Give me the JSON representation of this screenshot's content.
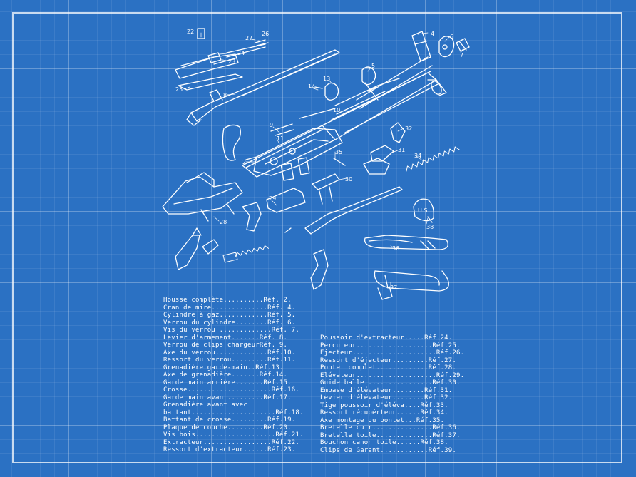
{
  "callouts": [
    "2",
    "4",
    "5",
    "6",
    "7",
    "8",
    "9",
    "10",
    "11",
    "13",
    "14",
    "22",
    "23",
    "24",
    "25",
    "26",
    "27",
    "28",
    "29",
    "30",
    "31",
    "32",
    "34",
    "35",
    "36",
    "37",
    "38"
  ],
  "stamp_text": "U.S.",
  "legend": {
    "left": [
      "Housse complète..........Réf. 2.",
      "Cran de mire..............Réf. 4.",
      "Cylindre à gaz............Réf. 5.",
      "Verrou du cylindre........Réf. 6.",
      "Vis du verrou .............Réf. 7.",
      "Levier d'armement.......Réf. 8.",
      "Verrou de clips chargeurRéf. 9.",
      "Axe du verrou.............Réf.10.",
      "Ressort du verrou.........Réf.11.",
      "Grenadière garde-main..Réf.13.",
      "Axe de grenadière.......Réf.14.",
      "Garde main arrière.......Réf.15.",
      "Crosse.....................Réf.16.",
      "Garde main avant.........Réf.17.",
      "Grenadière avant avec",
      "battant.....................Réf.18.",
      "Battant de crosse.........Réf.19.",
      "Plaque de couche.........Réf.20.",
      "Vis bois....................Réf.21.",
      "Extracteur.................Réf.22.",
      "Ressort d'extracteur......Réf.23."
    ],
    "right": [
      "Poussoir d'extracteur.....Réf.24.",
      "Percuteur...................Réf.25.",
      "Ejecteur.....................Réf.26.",
      "Ressort d'éjecteur.........Réf.27.",
      "Pontet complet.............Réf.28.",
      "Elévateur....................Réf.29.",
      "Guide balle.................Réf.30.",
      "Embase d'élévateur........Réf.31.",
      "Levier d'élévateur........Réf.32.",
      "Tige poussoir d'éléva....Réf.33.",
      "Ressort récupérteur......Réf.34.",
      "Axe montage du pontet...Réf.35.",
      "Bretelle cuir...............Réf.36.",
      "Bretelle toile..............Réf.37.",
      "Bouchon canon toile......Réf.38.",
      "Clips de Garant............Réf.39."
    ]
  }
}
